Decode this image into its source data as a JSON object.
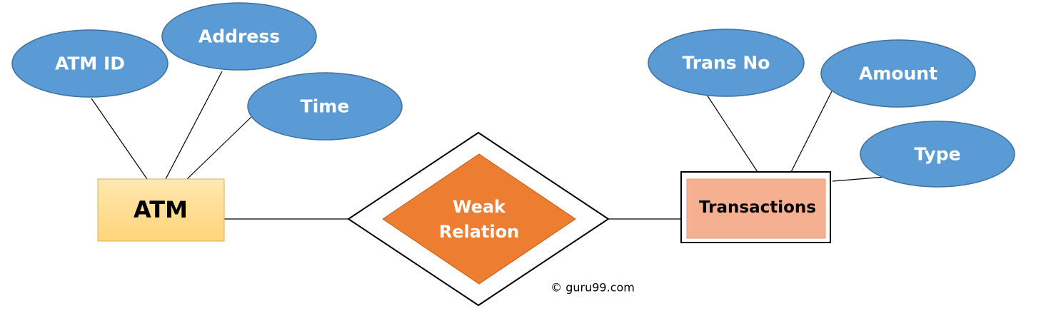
{
  "colors": {
    "attribute_fill": "#5b9bd5",
    "attribute_stroke": "#41719c",
    "atm_fill_top": "#ffe8b0",
    "atm_fill_bottom": "#ffd47a",
    "transactions_fill": "#f4b090",
    "relation_fill": "#ed7d31",
    "line": "#000000"
  },
  "entities": {
    "atm": {
      "label": "ATM",
      "kind": "strong"
    },
    "transactions": {
      "label": "Transactions",
      "kind": "weak"
    }
  },
  "relationship": {
    "line1": "Weak",
    "line2": "Relation",
    "kind": "identifying"
  },
  "attributes": {
    "atm_id": "ATM ID",
    "address": "Address",
    "time": "Time",
    "trans_no": "Trans No",
    "amount": "Amount",
    "type": "Type"
  },
  "footer": {
    "copyright": "© guru99.com"
  }
}
